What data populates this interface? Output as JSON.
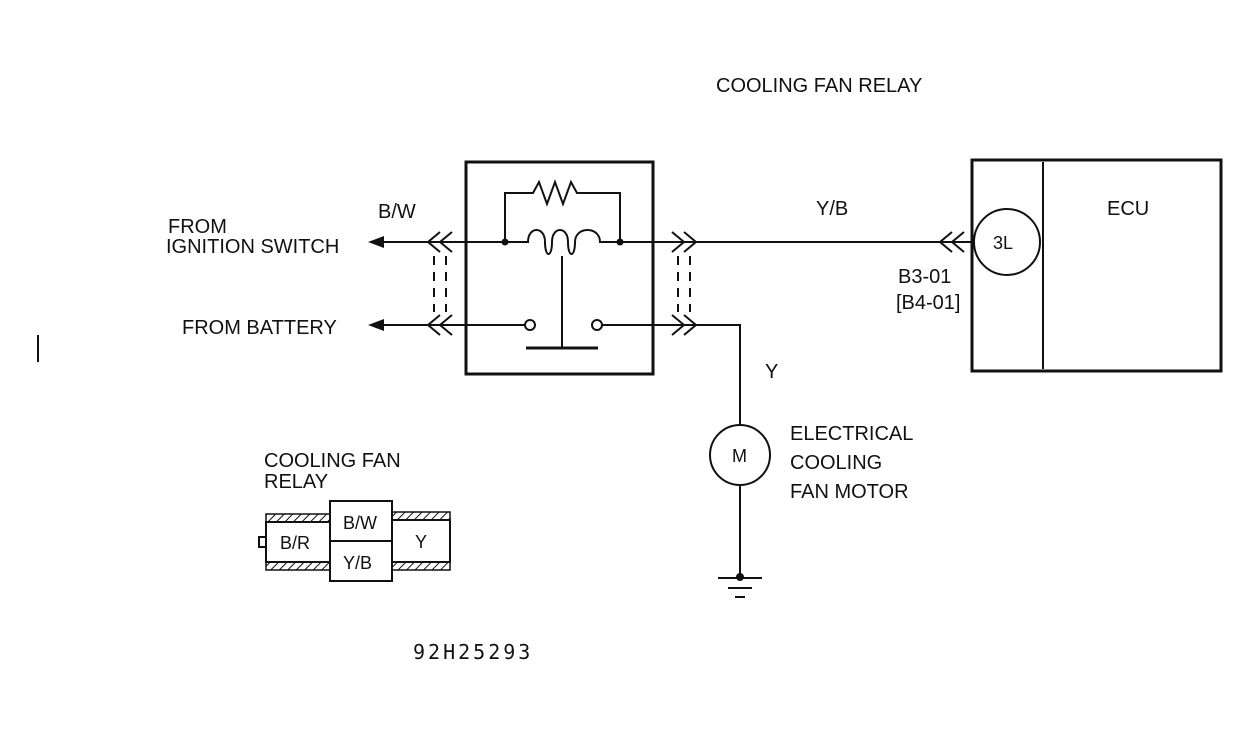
{
  "diagram": {
    "title": "COOLING FAN RELAY",
    "from_ignition_line1": "FROM",
    "from_ignition_line2": "IGNITION SWITCH",
    "from_battery": "FROM BATTERY",
    "wire_bw": "B/W",
    "wire_yb": "Y/B",
    "wire_y": "Y",
    "ecu_label": "ECU",
    "ecu_terminal": "3L",
    "ecu_connector_1": "B3-01",
    "ecu_connector_2": "[B4-01]",
    "motor_symbol": "M",
    "motor_line1": "ELECTRICAL",
    "motor_line2": "COOLING",
    "motor_line3": "FAN MOTOR",
    "connector_title_line1": "COOLING FAN",
    "connector_title_line2": "RELAY",
    "connector_pin_br": "B/R",
    "connector_pin_bw": "B/W",
    "connector_pin_yb": "Y/B",
    "connector_pin_y": "Y",
    "figure_code": "92H25293"
  }
}
